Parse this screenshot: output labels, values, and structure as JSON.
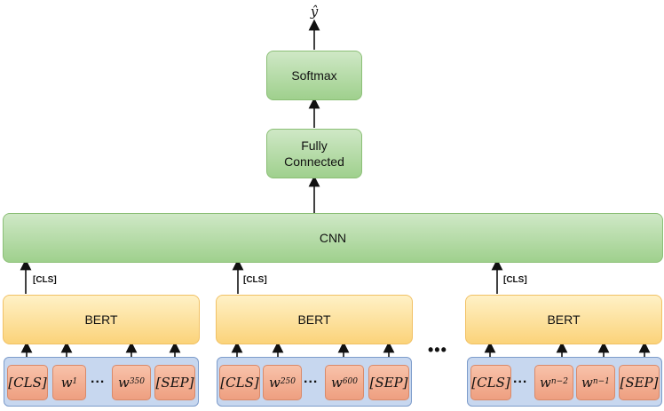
{
  "output": {
    "symbol": "ŷ"
  },
  "softmax": {
    "label": "Softmax"
  },
  "fully_connected": {
    "line1": "Fully",
    "line2": "Connected"
  },
  "cnn": {
    "label": "CNN"
  },
  "cls_connector_label": "[CLS]",
  "bert_label": "BERT",
  "ellipsis": "...",
  "between_chunks_ellipsis": "•••",
  "chunks": [
    {
      "tokens": [
        {
          "base": "[CLS]",
          "sup": ""
        },
        {
          "base": "w",
          "sup": "1"
        },
        {
          "base": "w",
          "sup": "350"
        },
        {
          "base": "[SEP]",
          "sup": ""
        }
      ]
    },
    {
      "tokens": [
        {
          "base": "[CLS]",
          "sup": ""
        },
        {
          "base": "w",
          "sup": "250"
        },
        {
          "base": "w",
          "sup": "600"
        },
        {
          "base": "[SEP]",
          "sup": ""
        }
      ]
    },
    {
      "tokens": [
        {
          "base": "[CLS]",
          "sup": ""
        },
        {
          "base": "w",
          "sup": "n−2"
        },
        {
          "base": "w",
          "sup": "n−1"
        },
        {
          "base": "[SEP]",
          "sup": ""
        }
      ]
    }
  ],
  "colors": {
    "green": "#a9d497",
    "yellow": "#fcd98a",
    "token": "#f2ab8f",
    "tray": "#c7d7ef",
    "arrow": "#111111"
  }
}
